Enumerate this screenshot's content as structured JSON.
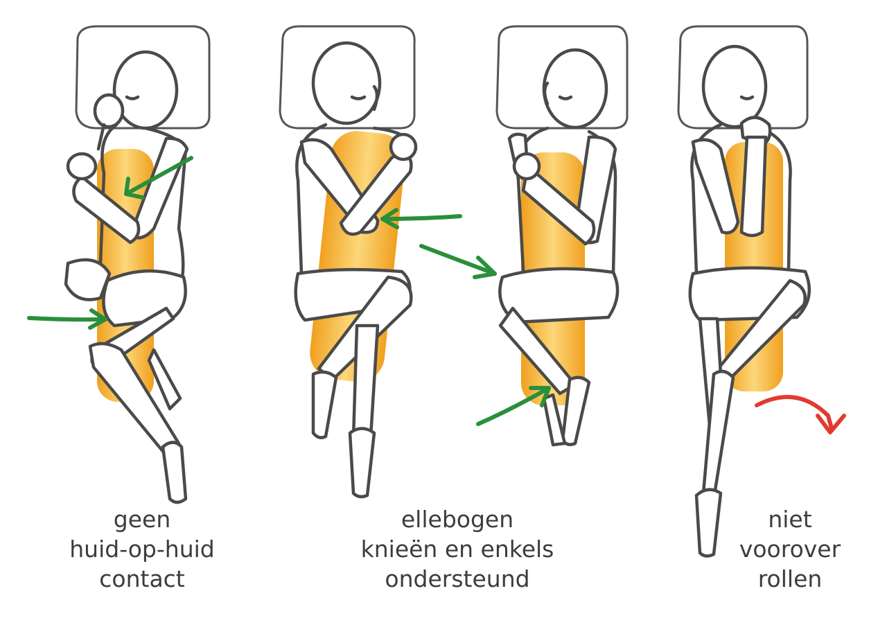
{
  "captions": {
    "no_skin_contact": [
      "geen",
      "huid-op-huid",
      "contact"
    ],
    "supported": [
      "ellebogen",
      "knieën en enkels",
      "ondersteund"
    ],
    "no_roll_over": [
      "niet",
      "voorover",
      "rollen"
    ]
  },
  "colors": {
    "pillow": "#f2a52a",
    "pillow_highlight": "#fcd77a",
    "correct_arrow": "#2a8f3a",
    "warning_arrow": "#e13b2f",
    "line": "#4a4a4a",
    "text": "#3c3c3c"
  }
}
